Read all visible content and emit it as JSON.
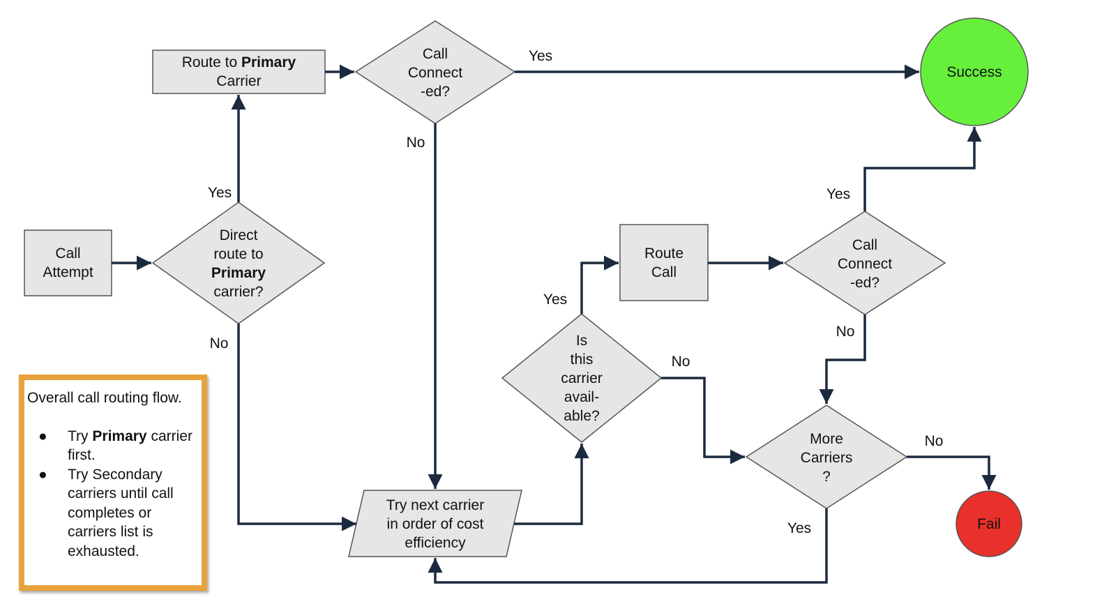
{
  "nodes": {
    "call_attempt": [
      "Call",
      "Attempt"
    ],
    "direct_route": [
      "Direct",
      "route to",
      "Primary",
      "carrier?"
    ],
    "route_primary": {
      "pre": "Route to ",
      "bold": "Primary",
      "line2": "Carrier"
    },
    "call_connected_1": [
      "Call",
      "Connect",
      "-ed?"
    ],
    "success": "Success",
    "try_next": [
      "Try next carrier",
      "in order of cost",
      "efficiency"
    ],
    "carrier_available": [
      "Is",
      "this",
      "carrier",
      "avail-",
      "able?"
    ],
    "route_call": [
      "Route",
      "Call"
    ],
    "call_connected_2": [
      "Call",
      "Connect",
      "-ed?"
    ],
    "more_carriers": [
      "More",
      "Carriers",
      "?"
    ],
    "fail": "Fail"
  },
  "edges": {
    "direct_yes": "Yes",
    "direct_no": "No",
    "connected1_yes": "Yes",
    "connected1_no": "No",
    "available_yes": "Yes",
    "available_no": "No",
    "connected2_yes": "Yes",
    "connected2_no": "No",
    "more_yes": "Yes",
    "more_no": "No"
  },
  "note": {
    "heading": "Overall call routing flow.",
    "bullet_glyph": "●",
    "item1_pre": "Try ",
    "item1_bold": "Primary",
    "item1_post": " carrier first.",
    "item2": "Try Secondary carriers until call completes or carriers list is exhausted."
  },
  "colors": {
    "node_fill": "#e6e6e6",
    "node_stroke": "#555555",
    "edge": "#1c2a3f",
    "success": "#66f03c",
    "fail": "#e8312a",
    "note_border": "#e8a23c"
  }
}
